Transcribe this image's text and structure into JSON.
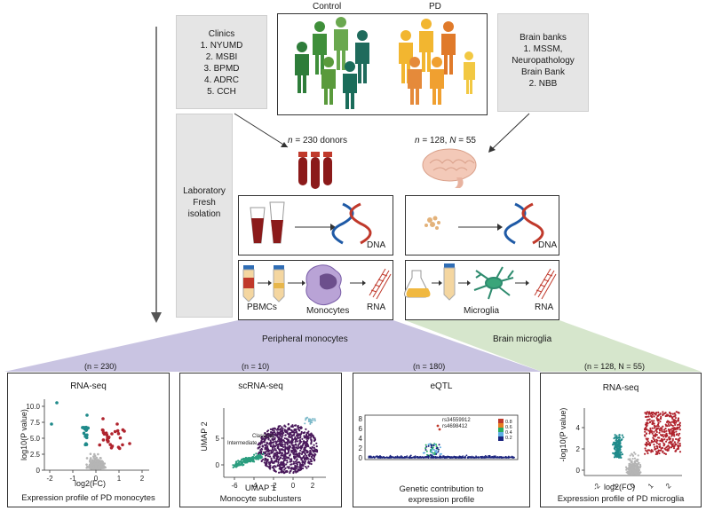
{
  "header": {
    "control_label": "Control",
    "pd_label": "PD"
  },
  "clinics": {
    "title": "Clinics",
    "items": [
      "1. NYUMD",
      "2. MSBI",
      "3. BPMD",
      "4. ADRC",
      "5. CCH"
    ]
  },
  "brain_banks": {
    "title": "Brain banks",
    "items": [
      "1. MSSM,",
      "Neuropathology",
      "Brain Bank",
      "2. NBB"
    ]
  },
  "laboratory": {
    "lines": [
      "Laboratory",
      "Fresh",
      "isolation"
    ]
  },
  "donors_left": {
    "n_italic": "n",
    "rest": " = 230 donors"
  },
  "donors_right": {
    "n_italic": "n",
    "mid": " = 128, ",
    "N_italic": "N",
    "rest": " = 55"
  },
  "flow": {
    "dna_left": "DNA",
    "dna_right": "DNA",
    "pbmcs": "PBMCs",
    "monocytes": "Monocytes",
    "rna_left": "RNA",
    "microglia": "Microglia",
    "rna_right": "RNA"
  },
  "branches": {
    "peripheral": "Peripheral monocytes",
    "brain": "Brain microglia"
  },
  "panels": [
    {
      "count": "(n = 230)",
      "title": "RNA-seq",
      "caption": "Expression profile of PD monocytes",
      "xlabel": "log2(FC)",
      "ylabel": "log10(P value)",
      "xticks": [
        "-2",
        "-1",
        "0",
        "1",
        "2"
      ],
      "yticks": [
        "0",
        "2.5",
        "5.0",
        "7.5",
        "10.0"
      ]
    },
    {
      "count": "(n = 10)",
      "title": "scRNA-seq",
      "caption_lines": [
        "UMAP 1",
        "Monocyte subclusters"
      ],
      "ylabel": "UMAP 2",
      "xticks": [
        "-6",
        "-4",
        "-2",
        "0",
        "2"
      ],
      "yticks": [
        "0",
        "5"
      ],
      "labels": [
        "Classical",
        "Intermediate"
      ]
    },
    {
      "count": "(n = 180)",
      "title": "eQTL",
      "caption_lines": [
        "Genetic contribution to",
        "expression profile"
      ],
      "yticks": [
        "0",
        "2",
        "4",
        "6",
        "8"
      ],
      "snps": [
        "rs34559912",
        "rs4698412"
      ],
      "legend": [
        "0.8",
        "0.6",
        "0.4",
        "0.2"
      ]
    },
    {
      "count": "(n = 128, N = 55)",
      "title": "RNA-seq",
      "caption": "Expression profile of PD  microglia",
      "xlabel": "log2(FC)",
      "ylabel": "-log10(P value)",
      "xticks": [
        "-2",
        "-1",
        "0",
        "1",
        "2"
      ],
      "yticks": [
        "0",
        "2",
        "4"
      ]
    }
  ],
  "colors": {
    "control": "#2e7d3a",
    "pd": "#f2b630",
    "down": "#1f8a8a",
    "up": "#b0242e",
    "umap": "#4a1a5c",
    "monocyte_purple": "#6c4f8c",
    "purple_band": "#c9c4e2",
    "green_band": "#d6e6cc"
  }
}
